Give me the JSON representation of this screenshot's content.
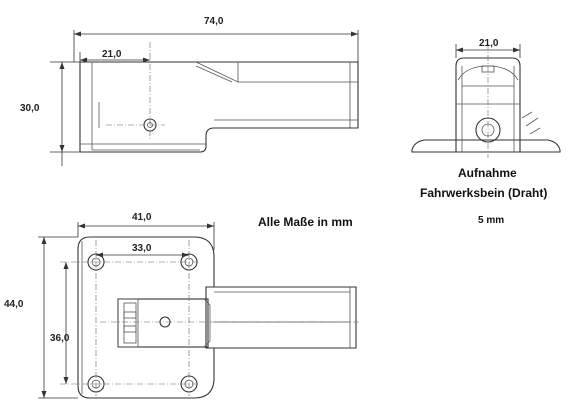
{
  "title": "Alle Maße in mm",
  "side_view": {
    "dim_length": "74,0",
    "dim_hole_offset": "21,0",
    "dim_height": "30,0"
  },
  "front_view": {
    "dim_width": "21,0",
    "caption_line1": "Aufnahme",
    "caption_line2": "Fahrwerksbein (Draht)",
    "caption_size": "5 mm"
  },
  "top_view": {
    "dim_plate_width": "41,0",
    "dim_hole_spacing_x": "33,0",
    "dim_plate_height": "44,0",
    "dim_hole_spacing_y": "36,0"
  }
}
